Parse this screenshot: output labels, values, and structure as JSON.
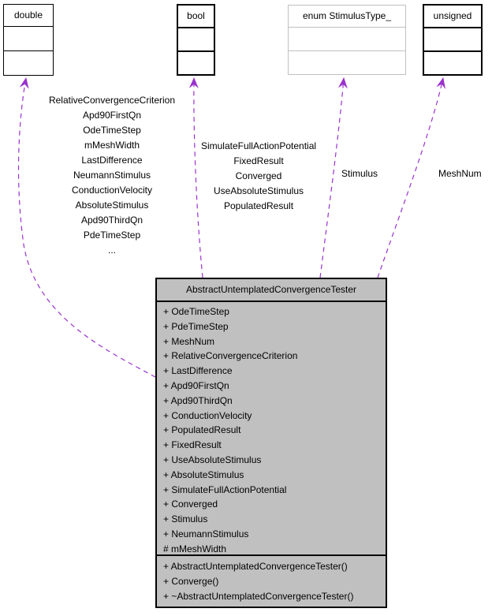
{
  "colors": {
    "edge": "#9a32cd",
    "class_fill": "#c0c0c0",
    "undocumented_border": "#c0c0c0"
  },
  "nodes": {
    "double": {
      "label": "double"
    },
    "bool": {
      "label": "bool"
    },
    "stimulus_enum": {
      "label": "enum StimulusType_"
    },
    "unsigned": {
      "label": "unsigned"
    }
  },
  "edges": {
    "double_members": [
      "RelativeConvergenceCriterion",
      "Apd90FirstQn",
      "OdeTimeStep",
      "mMeshWidth",
      "LastDifference",
      "NeumannStimulus",
      "ConductionVelocity",
      "AbsoluteStimulus",
      "Apd90ThirdQn",
      "PdeTimeStep",
      "..."
    ],
    "bool_members": [
      "SimulateFullActionPotential",
      "FixedResult",
      "Converged",
      "UseAbsoluteStimulus",
      "PopulatedResult"
    ],
    "enum_member": "Stimulus",
    "unsigned_member": "MeshNum"
  },
  "main_class": {
    "title": "AbstractUntemplatedConvergenceTester",
    "attributes": [
      "+ OdeTimeStep",
      "+ PdeTimeStep",
      "+ MeshNum",
      "+ RelativeConvergenceCriterion",
      "+ LastDifference",
      "+ Apd90FirstQn",
      "+ Apd90ThirdQn",
      "+ ConductionVelocity",
      "+ PopulatedResult",
      "+ FixedResult",
      "+ UseAbsoluteStimulus",
      "+ AbsoluteStimulus",
      "+ SimulateFullActionPotential",
      "+ Converged",
      "+ Stimulus",
      "+ NeumannStimulus",
      "# mMeshWidth"
    ],
    "methods": [
      "+ AbstractUntemplatedConvergenceTester()",
      "+ Converge()",
      "+ ~AbstractUntemplatedConvergenceTester()"
    ]
  }
}
